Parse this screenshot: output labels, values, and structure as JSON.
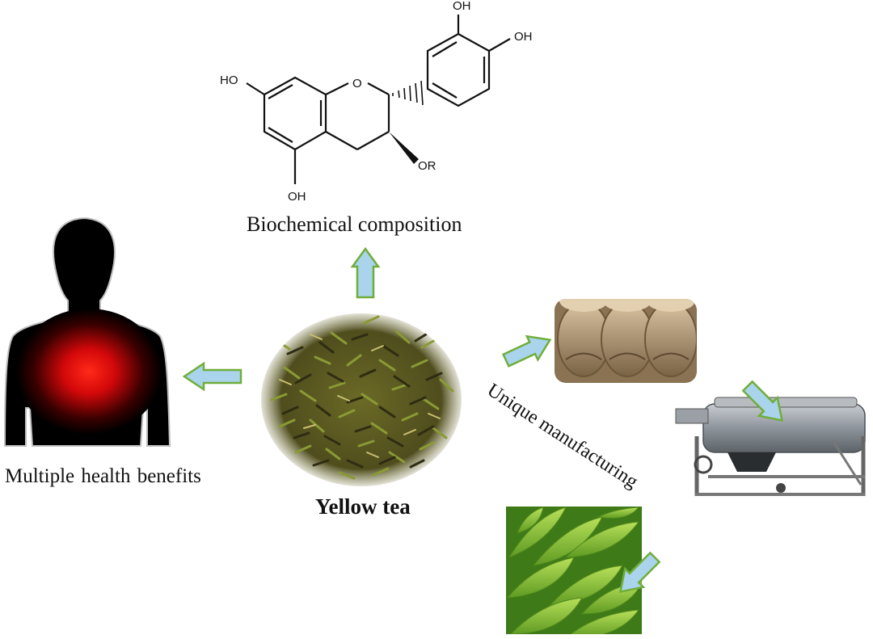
{
  "diagram": {
    "molecule": {
      "groups": [
        "OH",
        "OH",
        "HO",
        "O",
        "OR",
        "OH"
      ]
    },
    "labels": {
      "biochemical": "Biochemical composition",
      "health": "Multiple  health benefits",
      "yellow_tea": "Yellow tea",
      "manufacturing": "Unique manufacturing"
    },
    "colors": {
      "arrow_fill": "#a9d4ec",
      "arrow_outline": "#6fae3a",
      "tea_dark": "#4a4a1c",
      "tea_light": "#8aa836",
      "fresh_leaf": "#86c43a",
      "sack": "#b99a72",
      "machine": "#8e949a",
      "body_glow": "#ff1a10"
    }
  }
}
